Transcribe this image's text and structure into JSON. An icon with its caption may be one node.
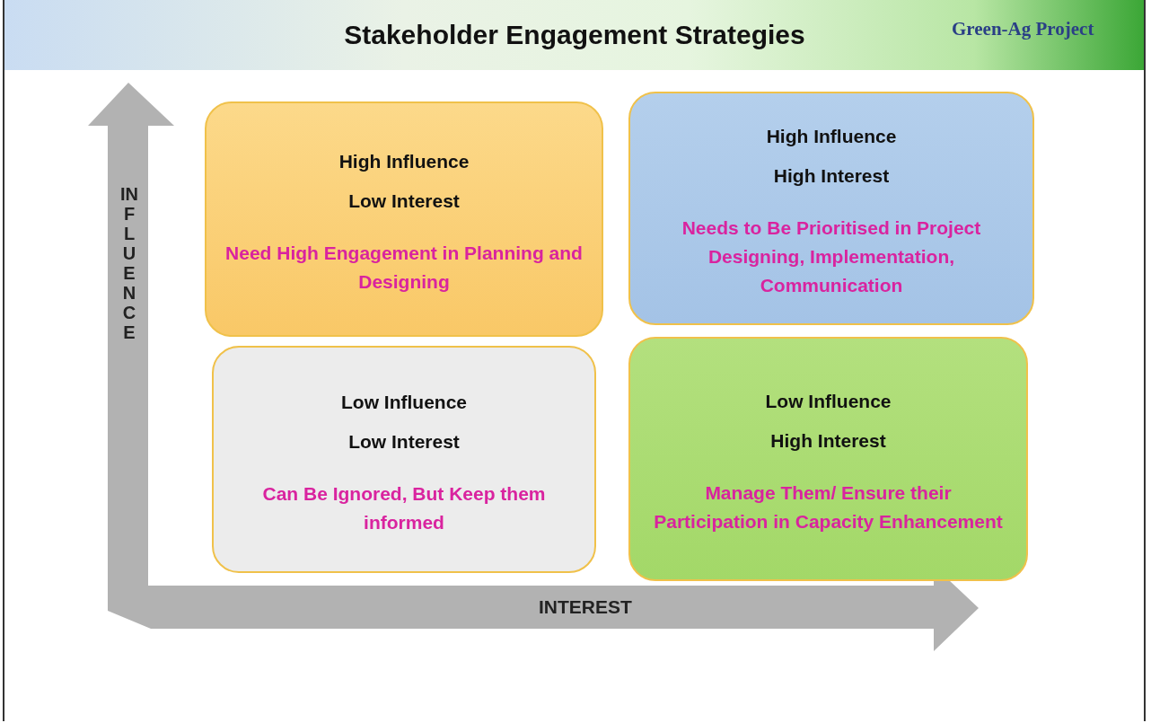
{
  "diagram": {
    "title": "Stakeholder Engagement Strategies",
    "nodes": [
      {
        "text": [
          "High Influence",
          "Low Interest",
          "Need High Engagement in Planning and Designing"
        ]
      },
      {
        "text": [
          "High Influence",
          "High Interest",
          "Needs to Be Prioritised in Project Designing, Implementation, Communication"
        ]
      },
      {
        "text": [
          "Low Influence",
          "Low Interest",
          "Can Be Ignored, But Keep them informed"
        ]
      },
      {
        "text": [
          "Low Influence",
          "High Interest",
          "Manage Them/ Ensure their Participation in Capacity Enhancement"
        ]
      }
    ],
    "edges": [],
    "labels": [
      "Green-Ag Project",
      "INFLUENCE",
      "INTEREST"
    ]
  }
}
